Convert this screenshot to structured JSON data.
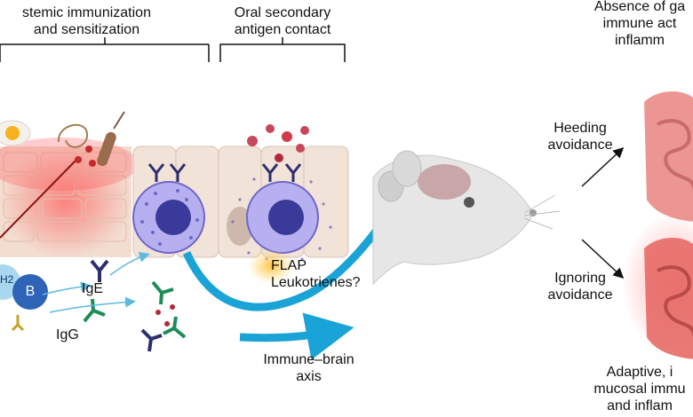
{
  "header": {
    "systemic_line1": "stemic immunization",
    "systemic_line2": "and sensitization",
    "oral_line1": "Oral secondary",
    "oral_line2": "antigen contact",
    "absence_line1": "Absence of ga",
    "absence_line2": "immune act",
    "absence_line3": "inflamm"
  },
  "cells": {
    "b_cell": "B",
    "th2_cell": "H2"
  },
  "antibodies": {
    "ige": "IgE",
    "igg": "IgG"
  },
  "mediators": {
    "line1": "FLAP",
    "line2": "Leukotrienes?"
  },
  "axis": {
    "line1": "Immune–brain",
    "line2": "axis"
  },
  "behaviors": {
    "heeding_line1": "Heeding",
    "heeding_line2": "avoidance",
    "ignoring_line1": "Ignoring",
    "ignoring_line2": "avoidance"
  },
  "outcome": {
    "line1": "Adaptive, i",
    "line2": "mucosal immu",
    "line3": "and inflam"
  },
  "colors": {
    "arrow_blue": "#1aa3d6",
    "mast_cell": "#7b72d6",
    "intestine": "#e98b86",
    "mouse": "#e6e6e6",
    "epithelium": "#f2e3d8"
  }
}
